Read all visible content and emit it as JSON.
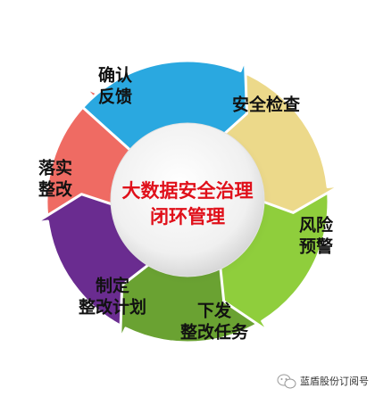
{
  "center": {
    "lines": [
      "大数据安全治理",
      "闭环管理"
    ]
  },
  "segments": [
    {
      "id": "confirm-feedback",
      "lines": [
        "确认",
        "反馈"
      ],
      "color": "#2aa8e0"
    },
    {
      "id": "security-check",
      "lines": [
        "安全检查"
      ],
      "color": "#ecd98a"
    },
    {
      "id": "risk-warning",
      "lines": [
        "风险",
        "预警"
      ],
      "color": "#8fce3c"
    },
    {
      "id": "issue-task",
      "lines": [
        "下发",
        "整改任务"
      ],
      "color": "#6aa232"
    },
    {
      "id": "make-plan",
      "lines": [
        "制定",
        "整改计划"
      ],
      "color": "#6a2c90"
    },
    {
      "id": "implement-fix",
      "lines": [
        "落实",
        "整改"
      ],
      "color": "#ef6b63"
    }
  ],
  "watermark": {
    "text": "蓝盾股份订阅号",
    "icon": "wechat-icon"
  }
}
